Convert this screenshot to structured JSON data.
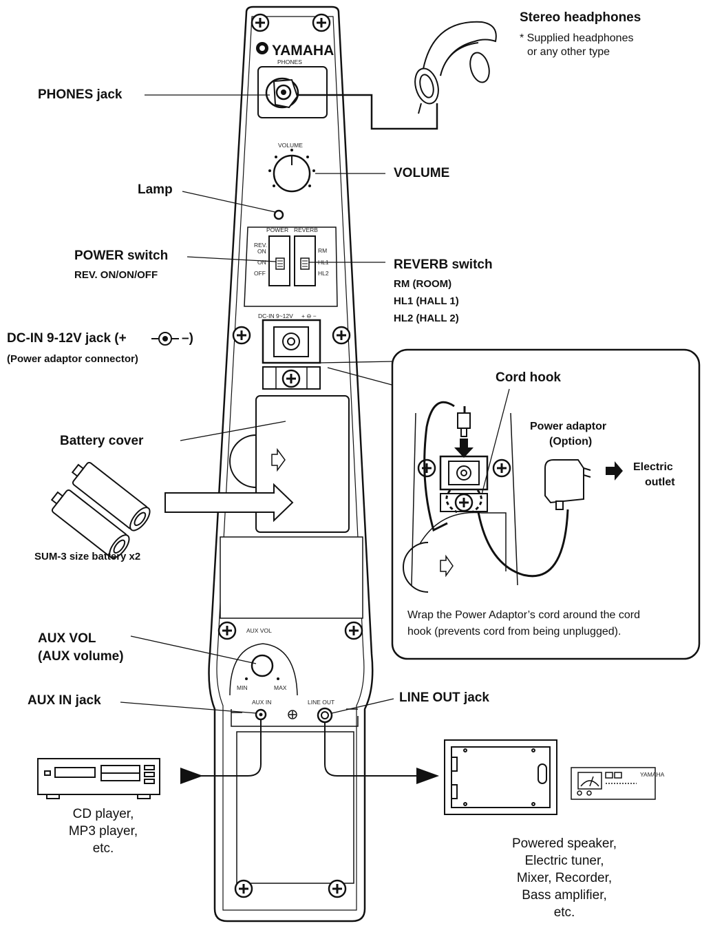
{
  "brand": "YAMAHA",
  "panel": {
    "phones": "PHONES",
    "volume": "VOLUME",
    "power": "POWER",
    "reverb": "REVERB",
    "rev_on": "REV.",
    "rev_on2": "ON",
    "on": "ON",
    "off": "OFF",
    "rm": "RM",
    "hl1": "HL1",
    "hl2": "HL2",
    "dc_in": "DC-IN 9~12V",
    "aux_vol": "AUX VOL",
    "min": "MIN",
    "max": "MAX",
    "aux_in": "AUX IN",
    "line_out": "LINE OUT"
  },
  "headphones": {
    "title": "Stereo headphones",
    "note1": "* Supplied headphones",
    "note2": "or any other type"
  },
  "callouts": {
    "phones_jack": "PHONES jack",
    "volume": "VOLUME",
    "lamp": "Lamp",
    "power_switch": "POWER switch",
    "power_modes": "REV. ON/ON/OFF",
    "reverb_switch": "REVERB switch",
    "reverb_rm": "RM (ROOM)",
    "reverb_hl1": "HL1 (HALL 1)",
    "reverb_hl2": "HL2 (HALL 2)",
    "dc_in_jack": "DC-IN 9-12V jack (+",
    "dc_in_minus": "–)",
    "power_adaptor_connector": "(Power adaptor connector)",
    "battery_cover": "Battery cover",
    "battery": "SUM-3 size battery x2",
    "aux_vol": "AUX VOL",
    "aux_vol_sub": "(AUX volume)",
    "aux_in_jack": "AUX IN jack",
    "line_out_jack": "LINE OUT jack"
  },
  "inset": {
    "cord_hook": "Cord hook",
    "power_adaptor": "Power adaptor",
    "option": "(Option)",
    "electric": "Electric",
    "outlet": "outlet",
    "note_line1": "Wrap the Power Adaptor’s cord around the cord",
    "note_line2": "hook (prevents cord from being unplugged)."
  },
  "devices": {
    "source_line1": "CD player,",
    "source_line2": "MP3 player,",
    "source_line3": "etc.",
    "dest_line1": "Powered speaker,",
    "dest_line2": "Electric tuner,",
    "dest_line3": "Mixer, Recorder,",
    "dest_line4": "Bass amplifier,",
    "dest_line5": "etc."
  }
}
